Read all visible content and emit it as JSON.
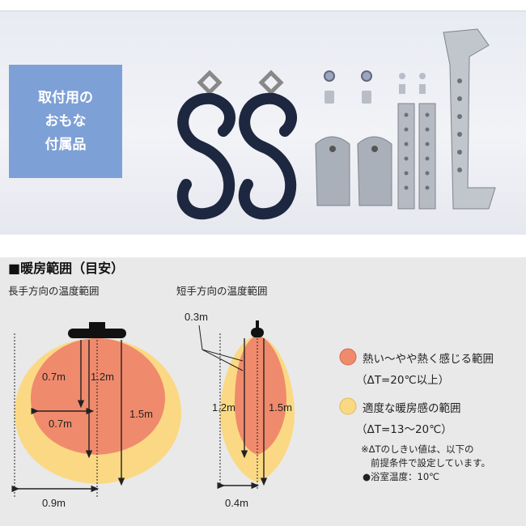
{
  "photo": {
    "label_lines": [
      "取付用の",
      "おもな",
      "付属品"
    ]
  },
  "section": {
    "title": "■暖房範囲（目安）",
    "long_caption": "長手方向の温度範囲",
    "short_caption": "短手方向の温度範囲"
  },
  "dimensions": {
    "left_inner_depth": "0.7m",
    "left_mid_depth": "1.2m",
    "left_inner_width": "0.7m",
    "left_outer_depth": "1.5m",
    "left_width": "0.9m",
    "right_offset": "0.3m",
    "right_mid_depth": "1.2m",
    "right_outer_depth": "1.5m",
    "right_width": "0.4m"
  },
  "legend": {
    "hot_label": "熱い～やや熱く感じる範囲",
    "hot_range": "（ΔT=20℃以上）",
    "warm_label": "適度な暖房感の範囲",
    "warm_range": "（ΔT=13～20℃）",
    "hot_color": "#f08a6c",
    "warm_color": "#fbd984"
  },
  "notes": {
    "line1": "※ΔTのしきい値は、以下の",
    "line2": "前提条件で設定しています。",
    "line3": "●浴室温度：10℃"
  }
}
